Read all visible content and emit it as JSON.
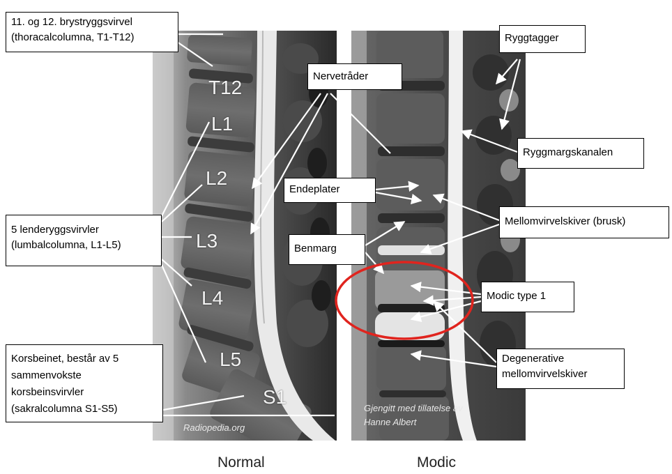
{
  "colors": {
    "label_background": "#ffffff",
    "label_border": "#000000",
    "arrow": "#ffffff",
    "modic_circle": "#e0241e",
    "mri_text": "#f2f2f2"
  },
  "vertebra_labels": [
    "T12",
    "L1",
    "L2",
    "L3",
    "L4",
    "L5",
    "S1"
  ],
  "labels": {
    "thoracic": [
      "11. og 12. brystryggsvirvel",
      "(thoracalcolumna, T1-T12)"
    ],
    "lumbar": [
      "5 lenderyggsvirvler",
      "(lumbalcolumna, L1-L5)"
    ],
    "sacrum": [
      "Korsbeinet, består av 5",
      "sammenvokste",
      "korsbeinsvirvler",
      "(sakralcolumna S1-S5)"
    ],
    "nerve_fibers": "Nervetråder",
    "spinous_processes": "Ryggtagger",
    "spinal_canal": "Ryggmargskanalen",
    "endplates": "Endeplater",
    "discs": "Mellomvirvelskiver (brusk)",
    "bone_marrow": "Benmarg",
    "modic_type1": "Modic type 1",
    "degenerative": [
      "Degenerative",
      "mellomvirvelskiver"
    ]
  },
  "credits": {
    "normal": "Radiopedia.org",
    "modic": [
      "Gjengitt med tillatelse av",
      "Hanne Albert"
    ]
  },
  "captions": {
    "normal": "Normal",
    "modic": "Modic"
  }
}
